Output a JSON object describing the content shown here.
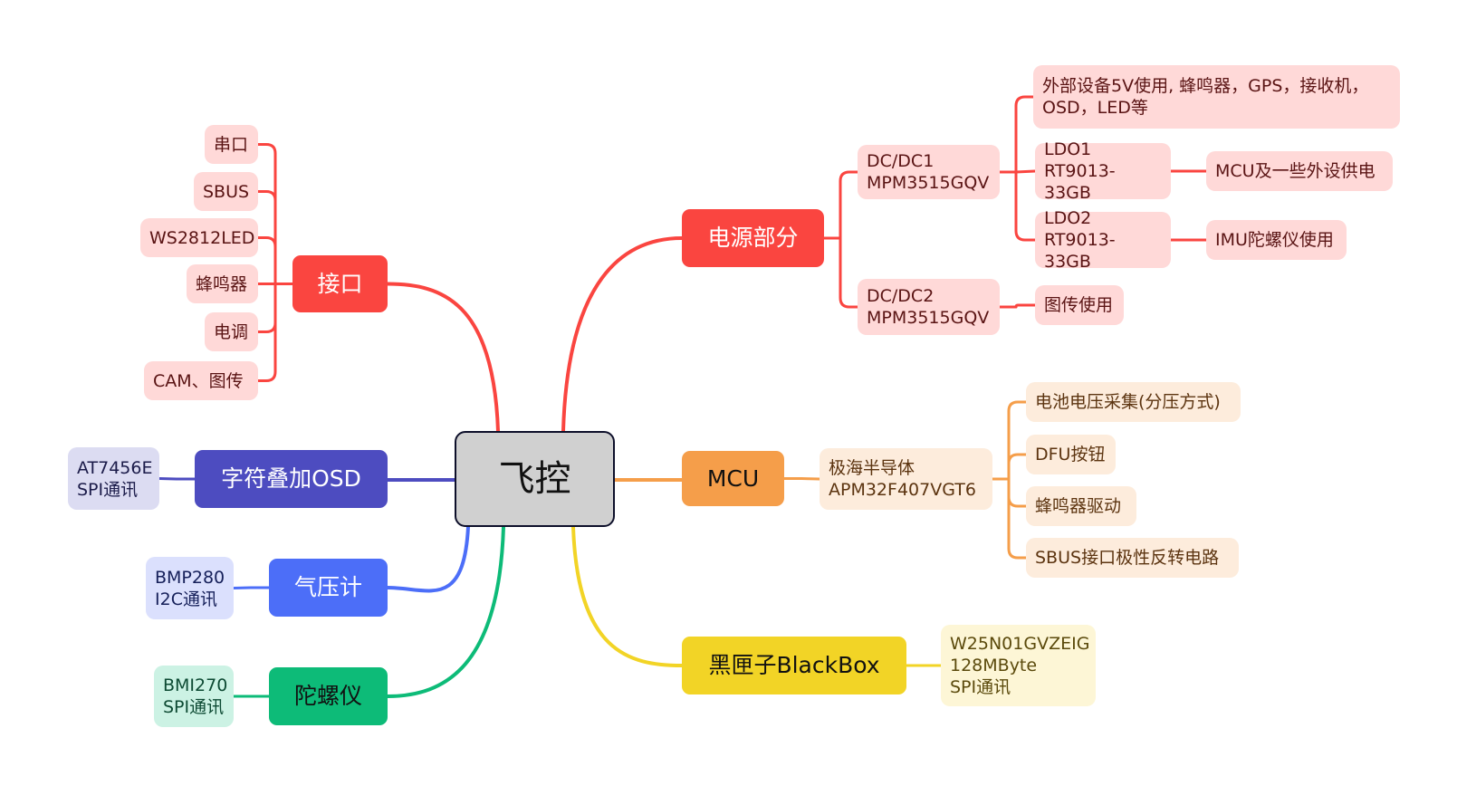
{
  "root": {
    "label": "飞控"
  },
  "colors": {
    "power": "#fa4540",
    "interface": "#fa4540",
    "mcu": "#f59e4a",
    "blackbox": "#f2d426",
    "osd": "#4d4cc0",
    "baro": "#4c6ef8",
    "gyro": "#0dbb78",
    "root_bg": "#d0d0d0",
    "root_border": "#0d0f2a"
  },
  "branches": {
    "power": {
      "label": "电源部分",
      "children": [
        {
          "label": "DC/DC1\nMPM3515GQV",
          "children": [
            {
              "label": "外部设备5V使用, 蜂鸣器，GPS，接收机，\nOSD，LED等"
            },
            {
              "label": "LDO1\nRT9013-33GB",
              "children": [
                {
                  "label": "MCU及一些外设供电"
                }
              ]
            },
            {
              "label": "LDO2\nRT9013-33GB",
              "children": [
                {
                  "label": "IMU陀螺仪使用"
                }
              ]
            }
          ]
        },
        {
          "label": "DC/DC2\nMPM3515GQV",
          "children": [
            {
              "label": "图传使用"
            }
          ]
        }
      ]
    },
    "mcu": {
      "label": "MCU",
      "chip": "极海半导体\nAPM32F407VGT6",
      "children": [
        {
          "label": "电池电压采集(分压方式)"
        },
        {
          "label": "DFU按钮"
        },
        {
          "label": "蜂鸣器驱动"
        },
        {
          "label": "SBUS接口极性反转电路"
        }
      ]
    },
    "blackbox": {
      "label": "黑匣子BlackBox",
      "detail": "W25N01GVZEIG\n128MByte\nSPI通讯"
    },
    "interface": {
      "label": "接口",
      "children": [
        {
          "label": "串口"
        },
        {
          "label": "SBUS"
        },
        {
          "label": "WS2812LED"
        },
        {
          "label": "蜂鸣器"
        },
        {
          "label": "电调"
        },
        {
          "label": "CAM、图传"
        }
      ]
    },
    "osd": {
      "label": "字符叠加OSD",
      "detail": "AT7456E\nSPI通讯"
    },
    "baro": {
      "label": "气压计",
      "detail": "BMP280\nI2C通讯"
    },
    "gyro": {
      "label": "陀螺仪",
      "detail": "BMI270\nSPI通讯"
    }
  }
}
